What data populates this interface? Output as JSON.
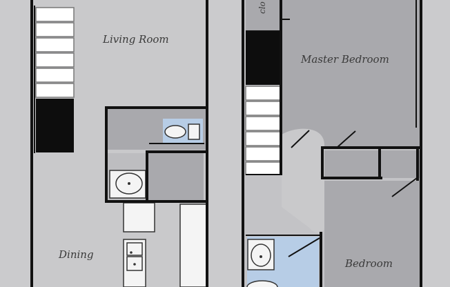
{
  "rooms": {
    "living_room": "Living Room",
    "dining": "Dining",
    "master_bedroom": "Master Bedroom",
    "bedroom": "Bedroom",
    "closet": "clo"
  },
  "colors": {
    "page_background": "#cbcbcd",
    "first_floor": "#c9c9cb",
    "second_floor_dark": "#a9a9ad",
    "second_floor_light": "#c3c3c6",
    "bathroom_tile": "#b7cde6",
    "stair_void": "#0d0d0d",
    "wall": "#111111"
  }
}
